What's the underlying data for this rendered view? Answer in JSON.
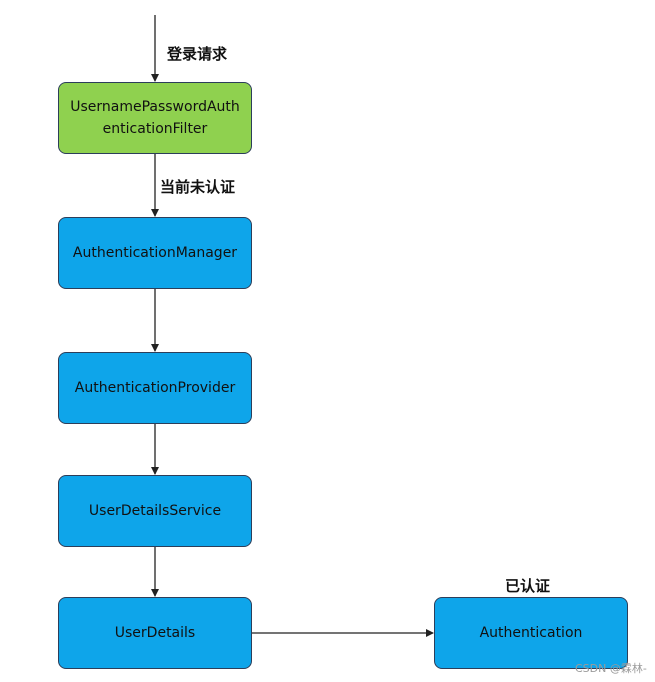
{
  "nodes": {
    "filter": "UsernamePasswordAuth enticationFilter",
    "manager": "AuthenticationManager",
    "provider": "AuthenticationProvider",
    "service": "UserDetailsService",
    "details": "UserDetails",
    "authentication": "Authentication"
  },
  "labels": {
    "login_request": "登录请求",
    "not_authenticated": "当前未认证",
    "authenticated": "已认证"
  },
  "watermark": "CSDN @霖林-",
  "colors": {
    "green": "#8fd14f",
    "blue": "#0ea5ea",
    "border": "#2c3e5a"
  }
}
